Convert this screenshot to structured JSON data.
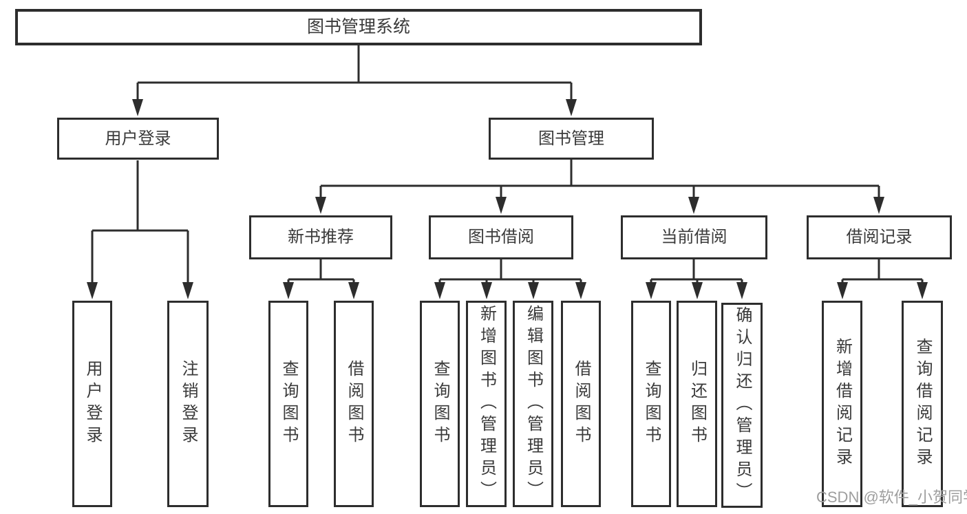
{
  "tree": {
    "label": "图书管理系统",
    "children": [
      {
        "label": "用户登录",
        "children": [
          {
            "label": "用户登录"
          },
          {
            "label": "注销登录"
          }
        ]
      },
      {
        "label": "图书管理",
        "children": [
          {
            "label": "新书推荐",
            "children": [
              {
                "label": "查询图书"
              },
              {
                "label": "借阅图书"
              }
            ]
          },
          {
            "label": "图书借阅",
            "children": [
              {
                "label": "查询图书"
              },
              {
                "label": "新增图书（管理员）"
              },
              {
                "label": "编辑图书（管理员）"
              },
              {
                "label": "借阅图书"
              }
            ]
          },
          {
            "label": "当前借阅",
            "children": [
              {
                "label": "查询图书"
              },
              {
                "label": "归还图书"
              },
              {
                "label": "确认归还（管理员）"
              }
            ]
          },
          {
            "label": "借阅记录",
            "children": [
              {
                "label": "新增借阅记录"
              },
              {
                "label": "查询借阅记录"
              }
            ]
          }
        ]
      }
    ]
  },
  "watermark": {
    "text": "CSDN @软件_小贺同学"
  },
  "colors": {
    "line": "#2d2d2d",
    "text": "#3a3a3a",
    "watermark": "#9e9e9e",
    "background": "#ffffff"
  }
}
